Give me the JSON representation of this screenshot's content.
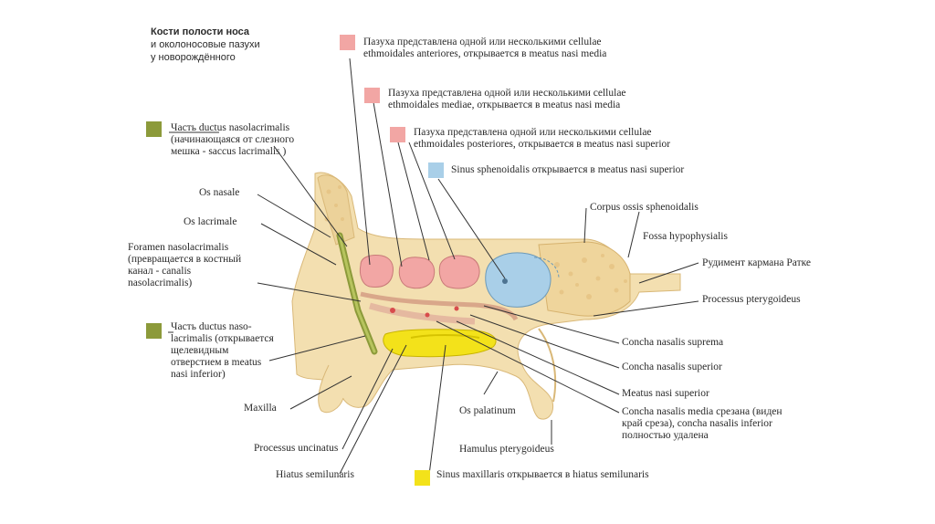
{
  "title": {
    "line1": "Кости полости носа",
    "line2": "и околоносовые пазухи",
    "line3": "у новорождённого"
  },
  "legend": [
    {
      "color": "#f2a6a4",
      "lines": [
        "Пазуха представлена одной или несколькими cellulae",
        "ethmoidales anteriores, открывается в meatus nasi media"
      ]
    },
    {
      "color": "#f2a6a4",
      "lines": [
        "Пазуха представлена одной или несколькими cellulae",
        "ethmoidales mediae, открывается в meatus nasi media"
      ]
    },
    {
      "color": "#f2a6a4",
      "lines": [
        "Пазуха представлена одной или несколькими cellulae",
        "ethmoidales posteriores, открывается в meatus nasi superior"
      ]
    },
    {
      "color": "#a9cfe8",
      "lines": [
        "Sinus sphenoidalis открывается в meatus nasi superior"
      ]
    },
    {
      "color": "#8c9a3a",
      "lines": [
        "Часть ductus nasolacrimalis",
        "(начинающаяся от слезного",
        "мешка - saccus lacrimalis )"
      ]
    },
    {
      "color": "#8c9a3a",
      "lines": [
        "Часть ductus naso-",
        "lacrimalis (открывается",
        "щелевидным",
        "отверстием в meatus",
        "nasi inferior)"
      ]
    },
    {
      "color": "#f3e21a",
      "lines": [
        "Sinus maxillaris открывается в hiatus semilunaris"
      ]
    }
  ],
  "labels_left": {
    "os_nasale": "Os nasale",
    "os_lacrimale": "Os lacrimale",
    "foramen": [
      "Foramen nasolacrimalis",
      "(превращается в костный",
      "канал - canalis",
      "nasolacrimalis)"
    ],
    "maxilla": "Maxilla",
    "processus_uncinatus": "Processus uncinatus",
    "hiatus_semilunaris": "Hiatus semilunaris"
  },
  "labels_right": {
    "corpus": "Corpus ossis sphenoidalis",
    "fossa": "Fossa hypophysialis",
    "rudiment": "Рудимент кармана Ратке",
    "pterygoideus": "Processus pterygoideus",
    "concha_suprema": "Concha nasalis suprema",
    "concha_superior": "Concha nasalis superior",
    "meatus_superior": "Meatus nasi superior",
    "concha_media": [
      "Concha nasalis media срезана (виден",
      "край среза), concha nasalis inferior",
      "полностью удалена"
    ],
    "os_palatinum": "Os palatinum",
    "hamulus": "Hamulus pterygoideus"
  },
  "colors": {
    "bone": "#f3dfb0",
    "bone_dark": "#e2c386",
    "ethmoid_cell": "#f2a6a4",
    "sphenoid_sinus": "#a9cfe8",
    "maxillary_sinus": "#f3e21a",
    "duct": "#8c9a3a",
    "leader": "#333333"
  }
}
